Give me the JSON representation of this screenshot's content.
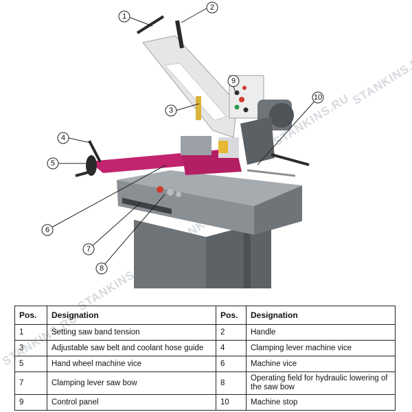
{
  "watermark": "STANKINS.RU",
  "callouts": [
    "1",
    "2",
    "3",
    "4",
    "5",
    "6",
    "7",
    "8",
    "9",
    "10"
  ],
  "table": {
    "headers": [
      "Pos.",
      "Designation",
      "Pos.",
      "Designation"
    ],
    "rows": [
      [
        "1",
        "Setting saw band tension",
        "2",
        "Handle"
      ],
      [
        "3",
        "Adjustable saw belt and coolant hose guide",
        "4",
        "Clamping lever machine vice"
      ],
      [
        "5",
        "Hand wheel machine vice",
        "6",
        "Machine vice"
      ],
      [
        "7",
        "Clamping lever saw bow",
        "8",
        "Operating field for hydraulic lowering of the saw bow"
      ],
      [
        "9",
        "Control panel",
        "10",
        "Machine stop"
      ]
    ]
  },
  "colors": {
    "vice": "#c2246e",
    "body": "#8c9196",
    "bow": "#e6e6e6",
    "panel": "#ededed"
  }
}
